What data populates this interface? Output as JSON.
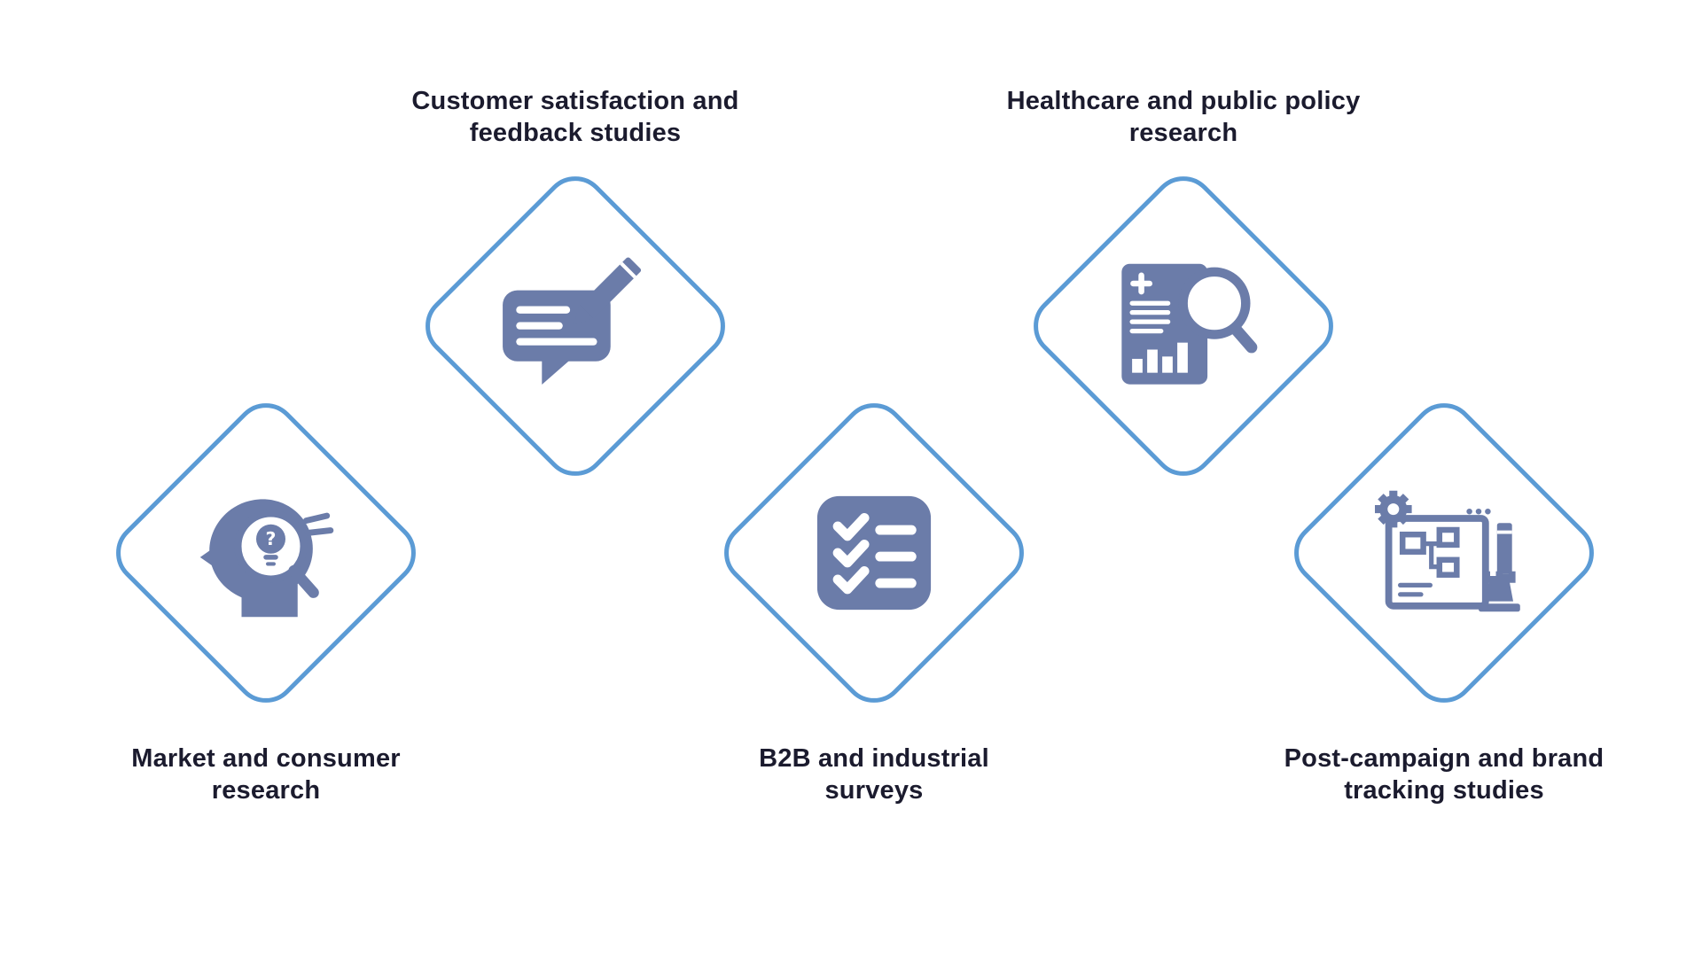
{
  "figure": {
    "accent_color": "#5B9BD5",
    "icon_color": "#6B7CA9",
    "text_color": "#1B1B2E",
    "items": [
      {
        "icon": "head-lightbulb-magnifier-icon",
        "lines": [
          "Market and consumer",
          "research"
        ]
      },
      {
        "icon": "speech-bubble-pencil-icon",
        "lines": [
          "Customer satisfaction and",
          "feedback studies"
        ]
      },
      {
        "icon": "checklist-icon",
        "lines": [
          "B2B and industrial",
          "surveys"
        ]
      },
      {
        "icon": "report-magnifier-icon",
        "lines": [
          "Healthcare and public policy",
          "research"
        ]
      },
      {
        "icon": "strategy-board-icon",
        "lines": [
          "Post-campaign and brand",
          "tracking studies"
        ]
      }
    ]
  }
}
